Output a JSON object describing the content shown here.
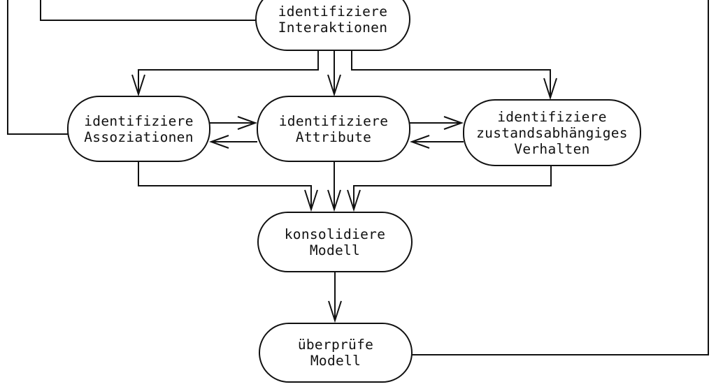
{
  "colors": {
    "background": "#ffffff",
    "line": "#111111",
    "text": "#111111"
  },
  "nodes": {
    "interaktionen": {
      "label": "identifiziere\nInteraktionen"
    },
    "assoziationen": {
      "label": "identifiziere\nAssoziationen"
    },
    "attribute": {
      "label": "identifiziere\nAttribute"
    },
    "verhalten": {
      "label": "identifiziere\nzustandsabhängiges\nVerhalten"
    },
    "konsolidiere": {
      "label": "konsolidiere\nModell"
    },
    "ueberpruefe": {
      "label": "überprüfe\nModell"
    }
  },
  "edges": [
    {
      "from": "identifiziere Interaktionen",
      "to": "identifiziere Assoziationen",
      "type": "arrow"
    },
    {
      "from": "identifiziere Interaktionen",
      "to": "identifiziere Attribute",
      "type": "arrow"
    },
    {
      "from": "identifiziere Interaktionen",
      "to": "identifiziere zustandsabhängiges Verhalten",
      "type": "arrow"
    },
    {
      "from": "identifiziere Assoziationen",
      "to": "identifiziere Attribute",
      "type": "arrow"
    },
    {
      "from": "identifiziere Attribute",
      "to": "identifiziere Assoziationen",
      "type": "arrow"
    },
    {
      "from": "identifiziere Attribute",
      "to": "identifiziere zustandsabhängiges Verhalten",
      "type": "arrow"
    },
    {
      "from": "identifiziere zustandsabhängiges Verhalten",
      "to": "identifiziere Attribute",
      "type": "arrow"
    },
    {
      "from": "identifiziere Assoziationen",
      "to": "konsolidiere Modell",
      "type": "arrow"
    },
    {
      "from": "identifiziere Attribute",
      "to": "konsolidiere Modell",
      "type": "arrow"
    },
    {
      "from": "identifiziere zustandsabhängiges Verhalten",
      "to": "konsolidiere Modell",
      "type": "arrow"
    },
    {
      "from": "konsolidiere Modell",
      "to": "überprüfe Modell",
      "type": "arrow"
    },
    {
      "from": "identifiziere Interaktionen",
      "to": "off-screen (oben links)",
      "type": "line"
    },
    {
      "from": "identifiziere Assoziationen",
      "to": "off-screen (oben links)",
      "type": "line"
    },
    {
      "from": "überprüfe Modell",
      "to": "off-screen (oben rechts)",
      "type": "line"
    }
  ]
}
